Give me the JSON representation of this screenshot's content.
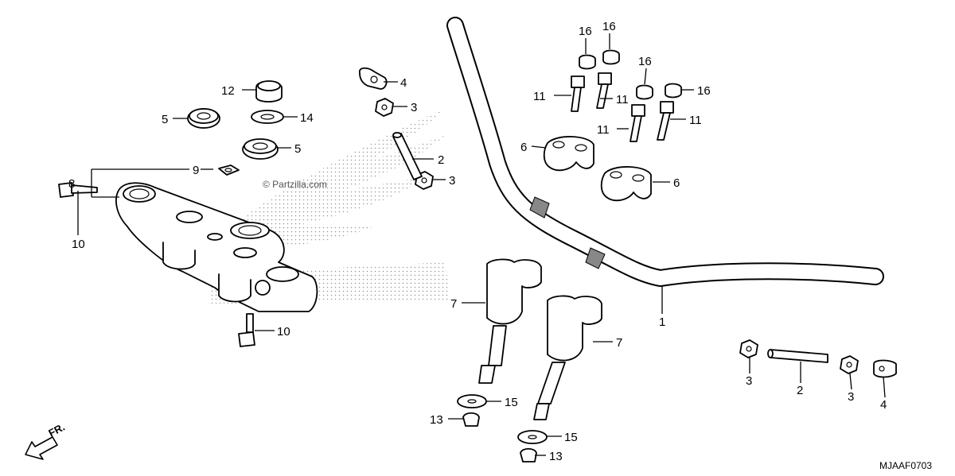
{
  "diagram": {
    "watermark": "© Partzilla.com",
    "diagram_code": "MJAAF0703",
    "direction_label": "FR.",
    "callouts": [
      {
        "num": "1"
      },
      {
        "num": "2"
      },
      {
        "num": "2"
      },
      {
        "num": "3"
      },
      {
        "num": "3"
      },
      {
        "num": "3"
      },
      {
        "num": "3"
      },
      {
        "num": "4"
      },
      {
        "num": "4"
      },
      {
        "num": "5"
      },
      {
        "num": "5"
      },
      {
        "num": "6"
      },
      {
        "num": "6"
      },
      {
        "num": "7"
      },
      {
        "num": "7"
      },
      {
        "num": "8"
      },
      {
        "num": "9"
      },
      {
        "num": "10"
      },
      {
        "num": "10"
      },
      {
        "num": "11"
      },
      {
        "num": "11"
      },
      {
        "num": "11"
      },
      {
        "num": "11"
      },
      {
        "num": "12"
      },
      {
        "num": "13"
      },
      {
        "num": "13"
      },
      {
        "num": "14"
      },
      {
        "num": "15"
      },
      {
        "num": "15"
      },
      {
        "num": "16"
      },
      {
        "num": "16"
      },
      {
        "num": "16"
      },
      {
        "num": "16"
      }
    ]
  }
}
